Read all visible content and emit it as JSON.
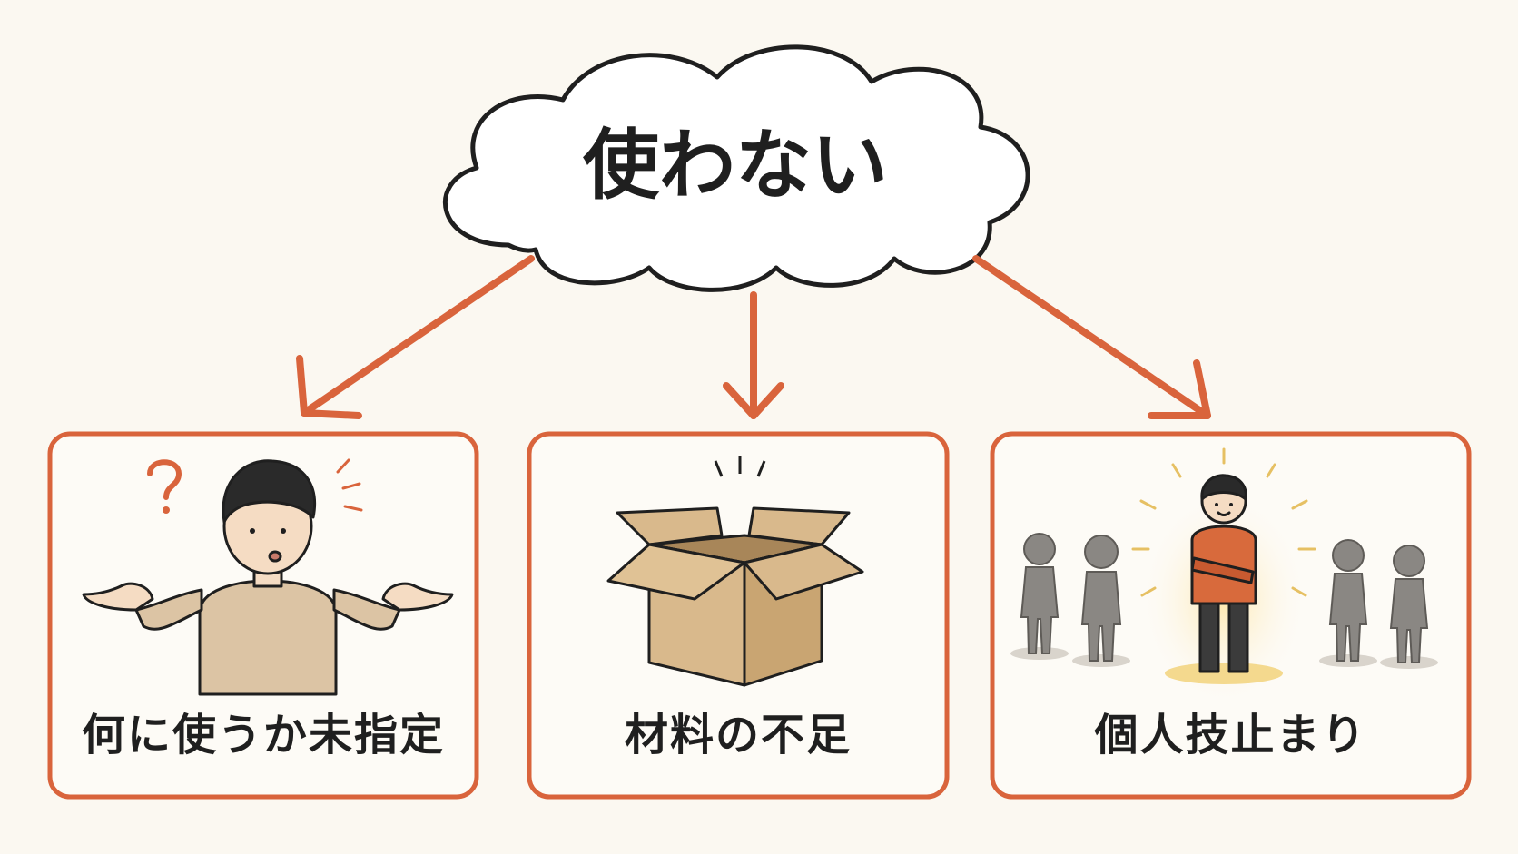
{
  "diagram": {
    "root": {
      "label": "使わない"
    },
    "children": [
      {
        "label": "何に使うか未指定",
        "icon": "confused-person-icon"
      },
      {
        "label": "材料の不足",
        "icon": "empty-box-icon"
      },
      {
        "label": "個人技止まり",
        "icon": "standout-person-icon"
      }
    ]
  },
  "colors": {
    "background": "#fbf8f1",
    "accent": "#d9643c",
    "outline": "#1f1f1f",
    "cloud_fill": "#ffffff",
    "cardboard": "#d9b98c",
    "sweater": "#dcc4a4",
    "highlight_shirt": "#d86a3c",
    "gray_figure": "#8a8783"
  }
}
